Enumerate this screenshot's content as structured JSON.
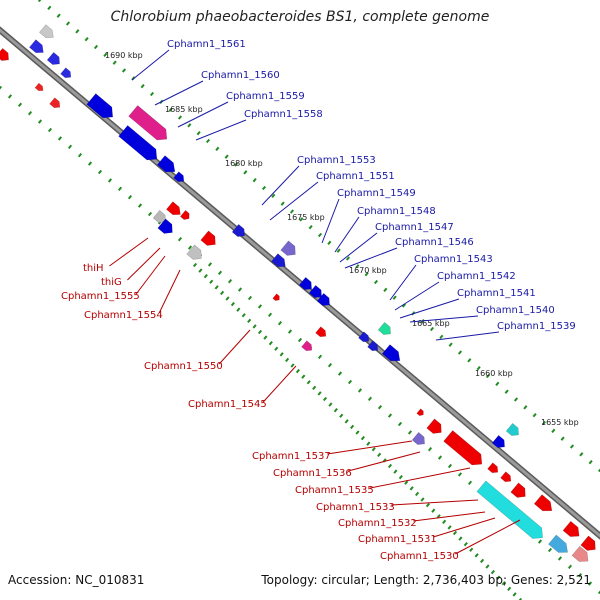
{
  "title": "Chlorobium phaeobacteroides BS1, complete genome",
  "footer": {
    "accession": "Accession: NC_010831",
    "topology": "Topology: circular; Length: 2,736,403 bp; Genes: 2,521"
  },
  "colors": {
    "forward_gene": "#0000ee",
    "reverse_gene": "#ee0000",
    "forward_label": "#1a1aa6",
    "reverse_label": "#b40000",
    "backbone": "#808080",
    "tick": "#228b22"
  },
  "scale_labels": [
    "1690 kbp",
    "1685 kbp",
    "1680 kbp",
    "1675 kbp",
    "1670 kbp",
    "1665 kbp",
    "1660 kbp",
    "1655 kbp"
  ],
  "forward_genes": [
    "Cphamn1_1561",
    "Cphamn1_1560",
    "Cphamn1_1559",
    "Cphamn1_1558",
    "Cphamn1_1553",
    "Cphamn1_1551",
    "Cphamn1_1549",
    "Cphamn1_1548",
    "Cphamn1_1547",
    "Cphamn1_1546",
    "Cphamn1_1543",
    "Cphamn1_1542",
    "Cphamn1_1541",
    "Cphamn1_1540",
    "Cphamn1_1539"
  ],
  "reverse_genes": [
    "thiH",
    "thiG",
    "Cphamn1_1555",
    "Cphamn1_1554",
    "Cphamn1_1550",
    "Cphamn1_1545",
    "Cphamn1_1537",
    "Cphamn1_1536",
    "Cphamn1_1535",
    "Cphamn1_1533",
    "Cphamn1_1532",
    "Cphamn1_1531",
    "Cphamn1_1530"
  ]
}
